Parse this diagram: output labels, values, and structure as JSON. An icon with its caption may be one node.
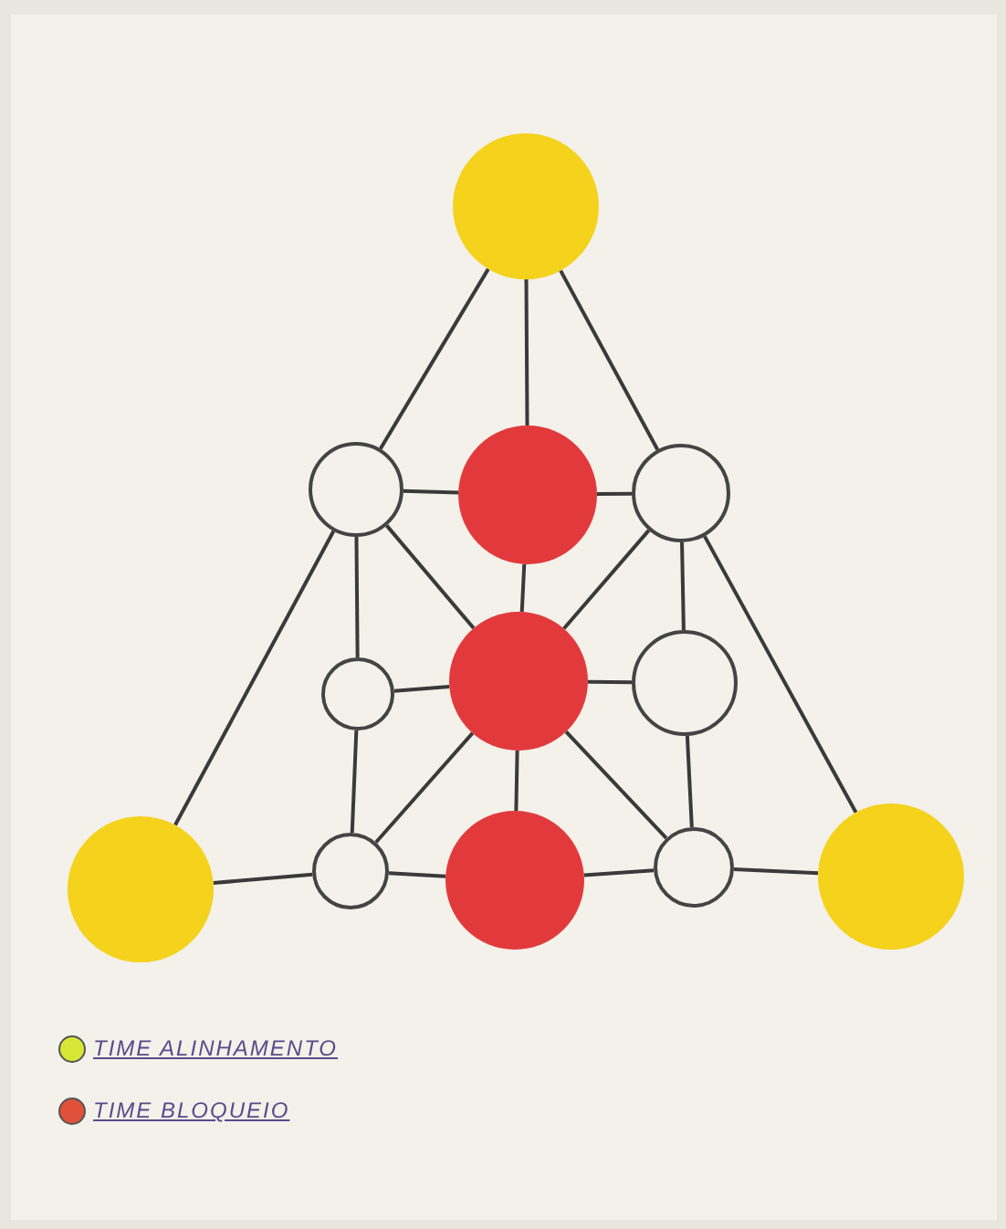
{
  "diagram": {
    "nodes": [
      {
        "text": [],
        "shape": "circle"
      },
      {
        "text": [],
        "shape": "circle"
      },
      {
        "text": [],
        "shape": "circle"
      },
      {
        "text": [],
        "shape": "circle"
      },
      {
        "text": [],
        "shape": "circle"
      },
      {
        "text": [],
        "shape": "circle"
      },
      {
        "text": [],
        "shape": "circle"
      },
      {
        "text": [],
        "shape": "circle"
      },
      {
        "text": [],
        "shape": "circle"
      },
      {
        "text": [],
        "shape": "circle"
      },
      {
        "text": [],
        "shape": "circle"
      },
      {
        "text": [],
        "shape": "circle"
      }
    ],
    "edges": [
      {
        "from": 0,
        "to": 1,
        "arrow": "none"
      },
      {
        "from": 0,
        "to": 2,
        "arrow": "none"
      },
      {
        "from": 0,
        "to": 3,
        "arrow": "none"
      },
      {
        "from": 1,
        "to": 2,
        "arrow": "none"
      },
      {
        "from": 2,
        "to": 3,
        "arrow": "none"
      },
      {
        "from": 1,
        "to": 7,
        "arrow": "none"
      },
      {
        "from": 3,
        "to": 11,
        "arrow": "none"
      },
      {
        "from": 1,
        "to": 4,
        "arrow": "none"
      },
      {
        "from": 4,
        "to": 8,
        "arrow": "none"
      },
      {
        "from": 1,
        "to": 5,
        "arrow": "none"
      },
      {
        "from": 3,
        "to": 5,
        "arrow": "none"
      },
      {
        "from": 2,
        "to": 5,
        "arrow": "none"
      },
      {
        "from": 5,
        "to": 9,
        "arrow": "none"
      },
      {
        "from": 4,
        "to": 5,
        "arrow": "none"
      },
      {
        "from": 5,
        "to": 6,
        "arrow": "none"
      },
      {
        "from": 3,
        "to": 6,
        "arrow": "none"
      },
      {
        "from": 6,
        "to": 10,
        "arrow": "none"
      },
      {
        "from": 5,
        "to": 8,
        "arrow": "none"
      },
      {
        "from": 5,
        "to": 10,
        "arrow": "none"
      },
      {
        "from": 7,
        "to": 8,
        "arrow": "none"
      },
      {
        "from": 8,
        "to": 9,
        "arrow": "none"
      },
      {
        "from": 9,
        "to": 10,
        "arrow": "none"
      },
      {
        "from": 10,
        "to": 11,
        "arrow": "none"
      }
    ],
    "legend": [
      {
        "text": "TIME ALINHAMENTO",
        "color": "#d8e636"
      },
      {
        "text": "TIME BLOQUEIO",
        "color": "#e0503a"
      }
    ]
  }
}
